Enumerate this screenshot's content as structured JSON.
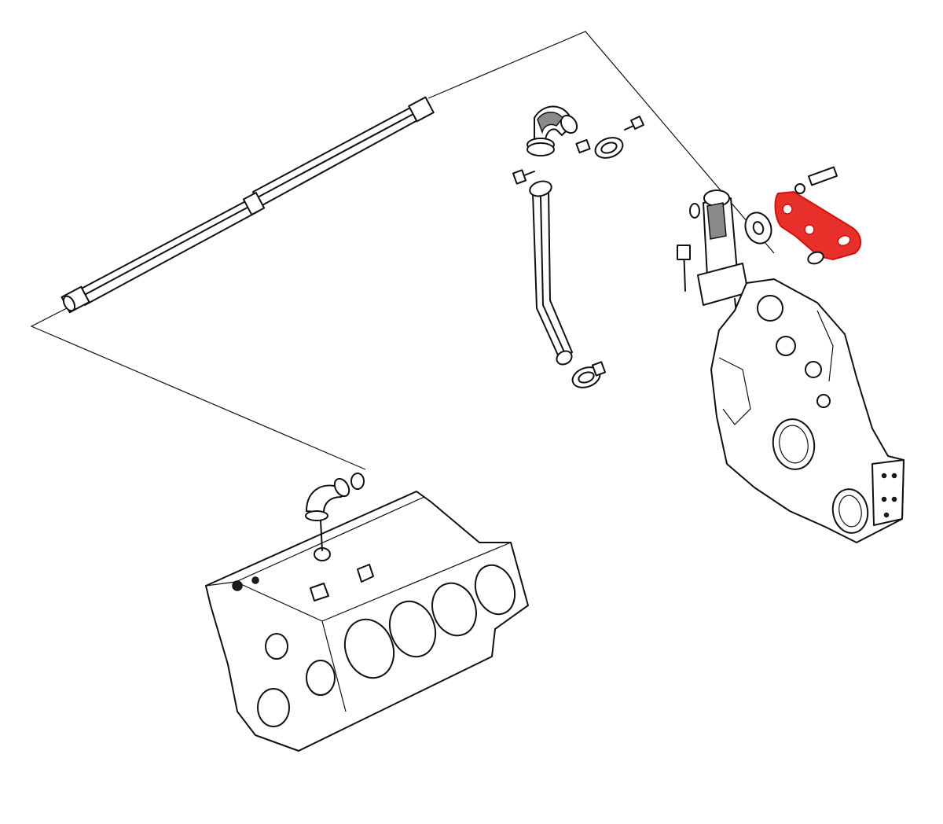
{
  "diagram": {
    "style": "exploded-view line drawing",
    "highlight_color": "#e8302a",
    "line_color": "#111111",
    "background": "#ffffff",
    "parts": [
      {
        "id": "breather-tube",
        "icon": "long-tube"
      },
      {
        "id": "elbow-fitting-top",
        "icon": "elbow"
      },
      {
        "id": "hose-clamps",
        "icon": "clamp"
      },
      {
        "id": "bent-breather-pipe",
        "icon": "bent-pipe"
      },
      {
        "id": "breather-housing",
        "icon": "housing"
      },
      {
        "id": "mounting-bracket",
        "icon": "bracket",
        "highlighted": true
      },
      {
        "id": "front-cover",
        "icon": "timing-cover"
      },
      {
        "id": "engine-block",
        "icon": "v-block"
      },
      {
        "id": "elbow-fitting-block",
        "icon": "elbow"
      }
    ]
  }
}
